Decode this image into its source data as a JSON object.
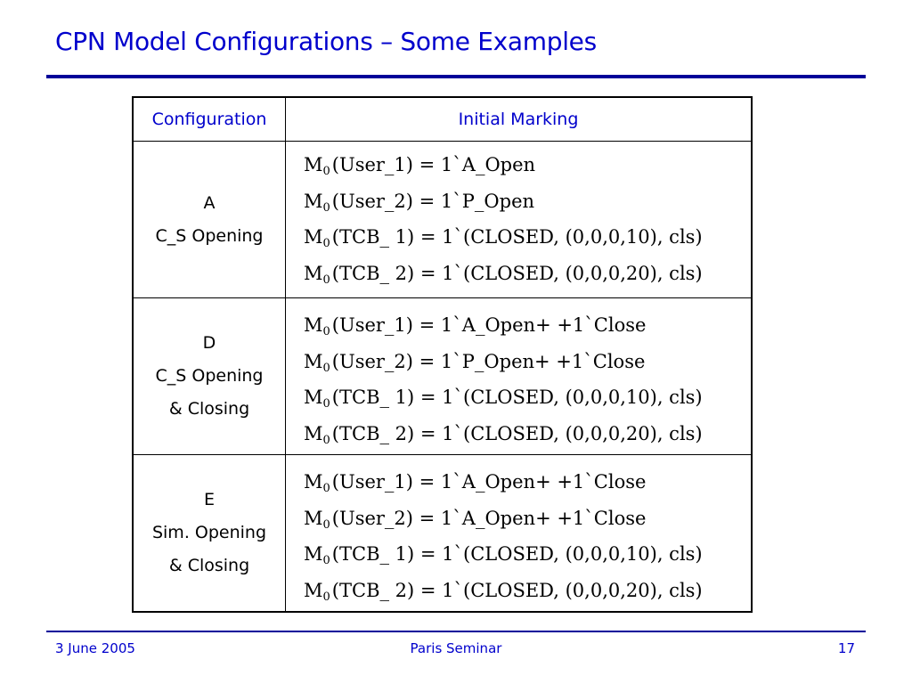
{
  "slide": {
    "title": "CPN Model Configurations – Some Examples"
  },
  "table": {
    "headers": [
      "Configuration",
      "Initial Marking"
    ],
    "rows": [
      {
        "config_lines": [
          "A",
          "C_S Opening"
        ],
        "markings": [
          {
            "m": "M",
            "sub": "0",
            "expr": "(User_1) = 1`A_Open"
          },
          {
            "m": "M",
            "sub": "0",
            "expr": "(User_2) = 1`P_Open"
          },
          {
            "m": "M",
            "sub": "0",
            "expr": "(TCB_ 1) = 1`(CLOSED, (0,0,0,10), cls)"
          },
          {
            "m": "M",
            "sub": "0",
            "expr": "(TCB_ 2) = 1`(CLOSED, (0,0,0,20), cls)"
          }
        ]
      },
      {
        "config_lines": [
          "D",
          "C_S Opening",
          "& Closing"
        ],
        "markings": [
          {
            "m": "M",
            "sub": "0",
            "expr": "(User_1) = 1`A_Open+ +1`Close"
          },
          {
            "m": "M",
            "sub": "0",
            "expr": "(User_2) = 1`P_Open+ +1`Close"
          },
          {
            "m": "M",
            "sub": "0",
            "expr": "(TCB_ 1) = 1`(CLOSED, (0,0,0,10), cls)"
          },
          {
            "m": "M",
            "sub": "0",
            "expr": "(TCB_ 2) = 1`(CLOSED, (0,0,0,20), cls)"
          }
        ]
      },
      {
        "config_lines": [
          "E",
          "Sim. Opening",
          "& Closing"
        ],
        "markings": [
          {
            "m": "M",
            "sub": "0",
            "expr": "(User_1) = 1`A_Open+ +1`Close"
          },
          {
            "m": "M",
            "sub": "0",
            "expr": "(User_2) = 1`A_Open+ +1`Close"
          },
          {
            "m": "M",
            "sub": "0",
            "expr": "(TCB_ 1) = 1`(CLOSED, (0,0,0,10), cls)"
          },
          {
            "m": "M",
            "sub": "0",
            "expr": "(TCB_ 2) = 1`(CLOSED, (0,0,0,20), cls)"
          }
        ]
      }
    ]
  },
  "footer": {
    "date": "3 June 2005",
    "event": "Paris Seminar",
    "page": "17"
  },
  "colors": {
    "accent_text": "#0000cc",
    "rule": "#000099"
  }
}
